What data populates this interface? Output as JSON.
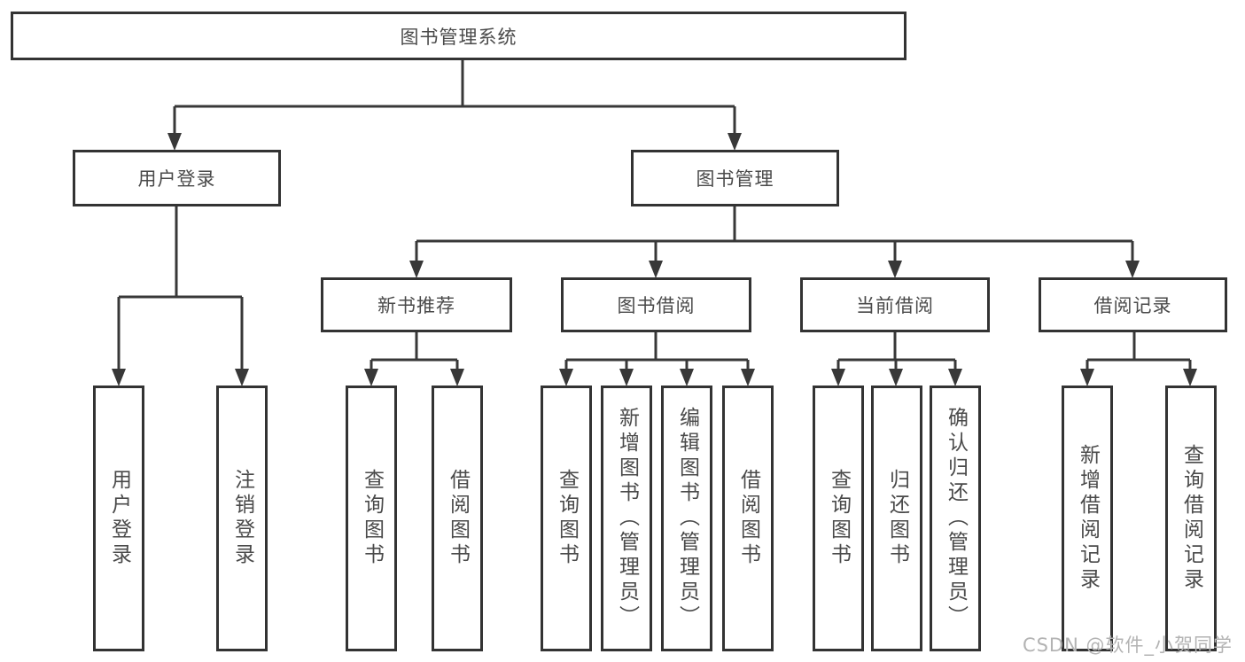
{
  "diagram": {
    "root": {
      "label": "图书管理系统"
    },
    "branches": [
      {
        "label": "用户登录",
        "children": [
          {
            "label": "用户登录"
          },
          {
            "label": "注销登录"
          }
        ]
      },
      {
        "label": "图书管理",
        "children": [
          {
            "label": "新书推荐",
            "children": [
              {
                "label": "查询图书"
              },
              {
                "label": "借阅图书"
              }
            ]
          },
          {
            "label": "图书借阅",
            "children": [
              {
                "label": "查询图书"
              },
              {
                "label": "新增图书（管理员）"
              },
              {
                "label": "编辑图书（管理员）"
              },
              {
                "label": "借阅图书"
              }
            ]
          },
          {
            "label": "当前借阅",
            "children": [
              {
                "label": "查询图书"
              },
              {
                "label": "归还图书"
              },
              {
                "label": "确认归还（管理员）"
              }
            ]
          },
          {
            "label": "借阅记录",
            "children": [
              {
                "label": "新增借阅记录"
              },
              {
                "label": "查询借阅记录"
              }
            ]
          }
        ]
      }
    ]
  },
  "watermark": "CSDN @软件_小贺同学",
  "colors": {
    "line": "#383838",
    "box_border": "#333333",
    "text": "#4a4a4a",
    "watermark": "#b3b3b3",
    "background": "#ffffff"
  }
}
